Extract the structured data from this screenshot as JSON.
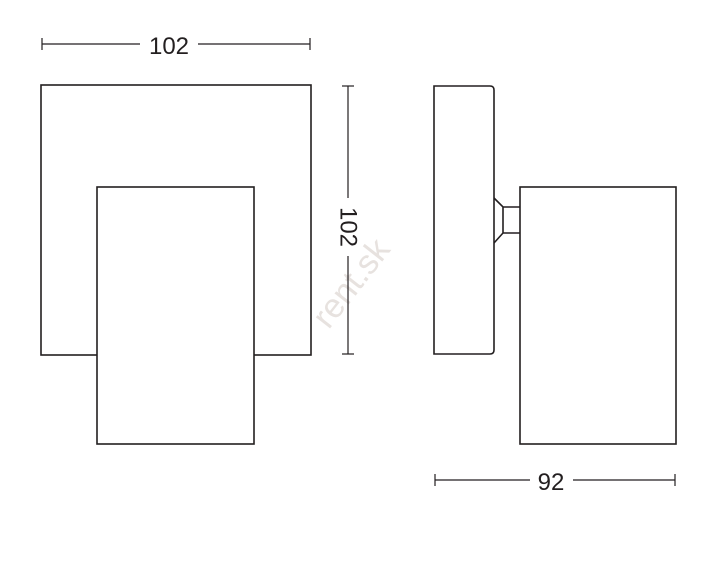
{
  "dimensions": {
    "front_width": "102",
    "front_height": "102",
    "side_depth": "92"
  },
  "watermark": "rent.sk",
  "colors": {
    "line": "#231f20",
    "watermark": "#e7e2df",
    "background": "#ffffff"
  }
}
